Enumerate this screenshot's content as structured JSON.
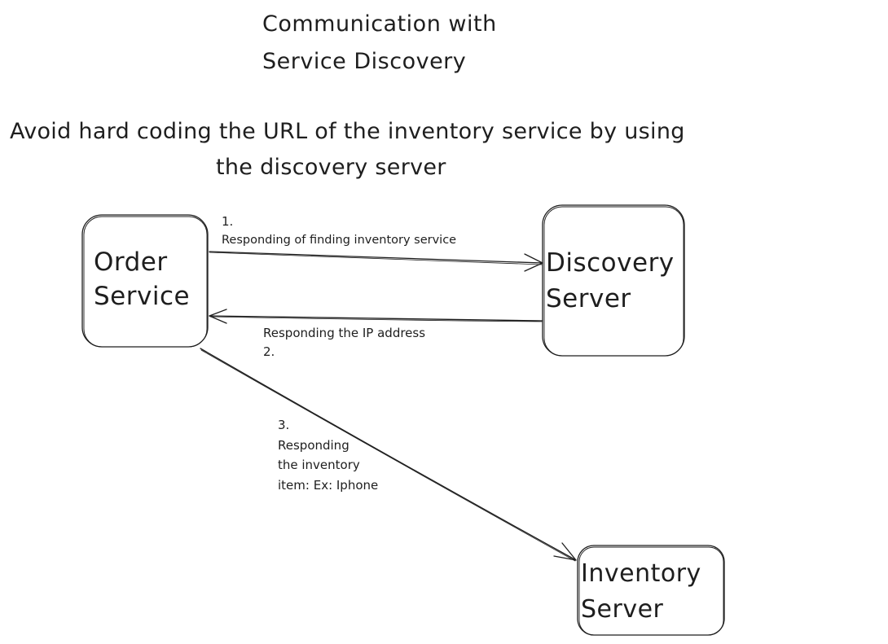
{
  "title": {
    "line1": "Communication with",
    "line2": "Service Discovery"
  },
  "subtitle": {
    "line1": "Avoid hard coding the URL of the inventory service by using",
    "line2": "the discovery server"
  },
  "nodes": {
    "order_service": {
      "line1": "Order",
      "line2": "Service"
    },
    "discovery_server": {
      "line1": "Discovery",
      "line2": "Server"
    },
    "inventory_server": {
      "line1": "Inventory",
      "line2": "Server"
    }
  },
  "edges": {
    "step1": {
      "number": "1.",
      "label": "Responding of finding inventory service"
    },
    "step2": {
      "number": "2.",
      "label": "Responding the IP address"
    },
    "step3": {
      "number": "3.",
      "line1": "Responding",
      "line2": "the inventory",
      "line3": "item: Ex: Iphone"
    }
  },
  "colors": {
    "stroke": "#1e1e1e",
    "background": "#ffffff"
  }
}
